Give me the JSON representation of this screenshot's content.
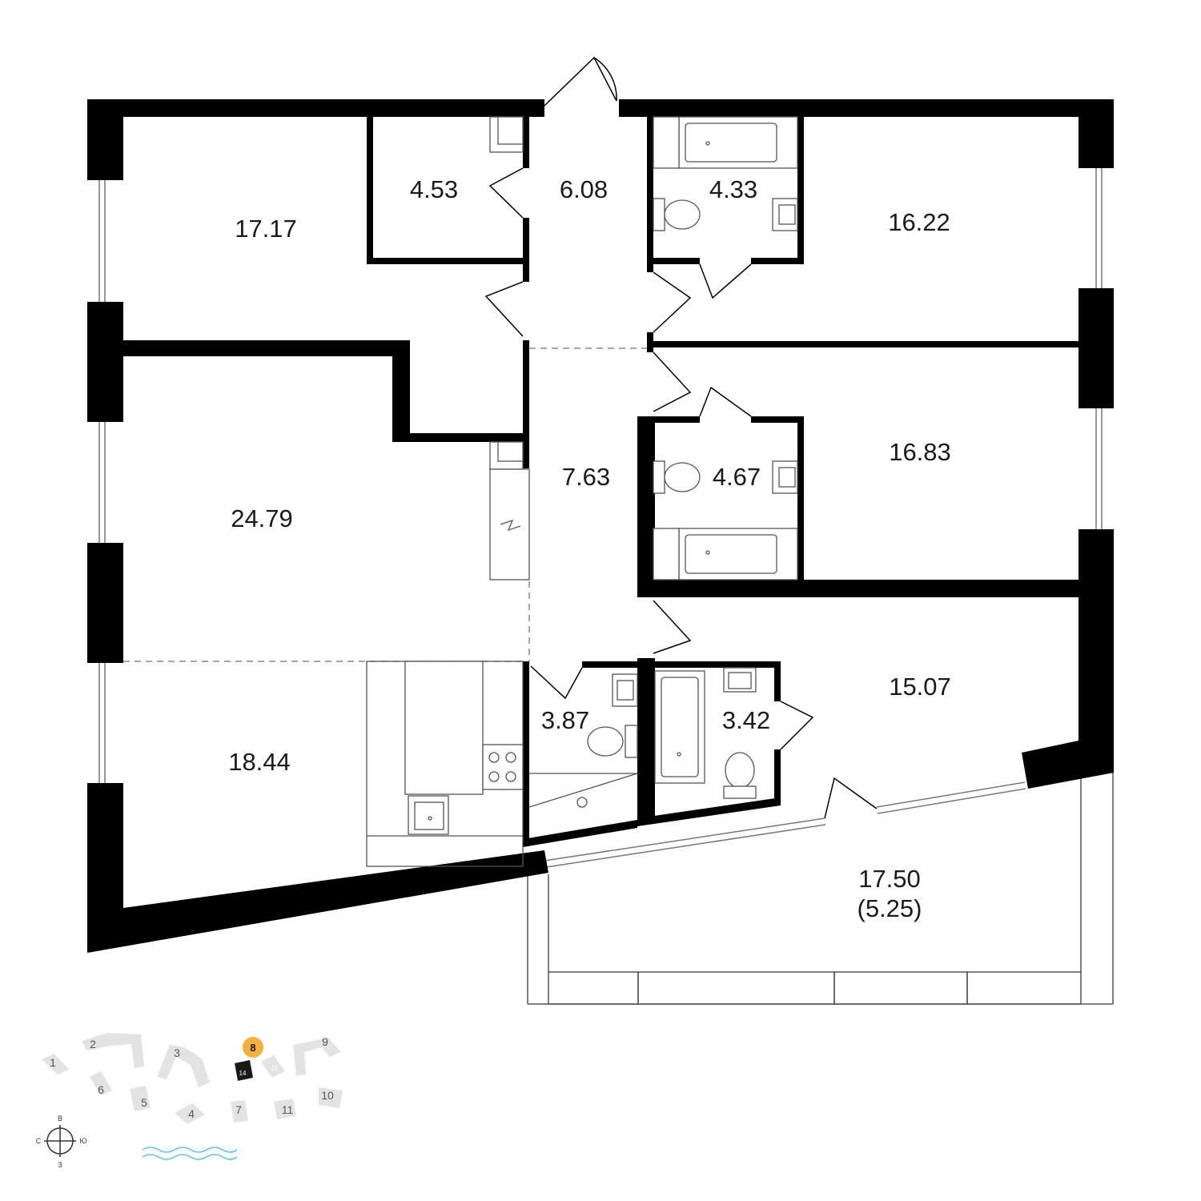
{
  "plan": {
    "rooms": [
      {
        "id": "room-17-17",
        "area": "17.17"
      },
      {
        "id": "room-4-53",
        "area": "4.53"
      },
      {
        "id": "room-6-08",
        "area": "6.08"
      },
      {
        "id": "room-4-33",
        "area": "4.33"
      },
      {
        "id": "room-16-22",
        "area": "16.22"
      },
      {
        "id": "room-24-79",
        "area": "24.79"
      },
      {
        "id": "room-7-63",
        "area": "7.63"
      },
      {
        "id": "room-4-67",
        "area": "4.67"
      },
      {
        "id": "room-16-83",
        "area": "16.83"
      },
      {
        "id": "room-18-44",
        "area": "18.44"
      },
      {
        "id": "room-3-87",
        "area": "3.87"
      },
      {
        "id": "room-3-42",
        "area": "3.42"
      },
      {
        "id": "room-15-07",
        "area": "15.07"
      }
    ],
    "balcony": {
      "area": "17.50",
      "reduced_area": "(5.25)"
    }
  },
  "site_map": {
    "buildings": [
      "1",
      "2",
      "3",
      "6",
      "5",
      "4",
      "7",
      "11",
      "10",
      "9",
      "15",
      "14"
    ],
    "highlighted": "8",
    "highlight_color": "#f2b13e"
  },
  "compass": {
    "north": "В",
    "west": "С",
    "east": "Ю",
    "south": "З"
  },
  "water_color": "#5bc3e6"
}
